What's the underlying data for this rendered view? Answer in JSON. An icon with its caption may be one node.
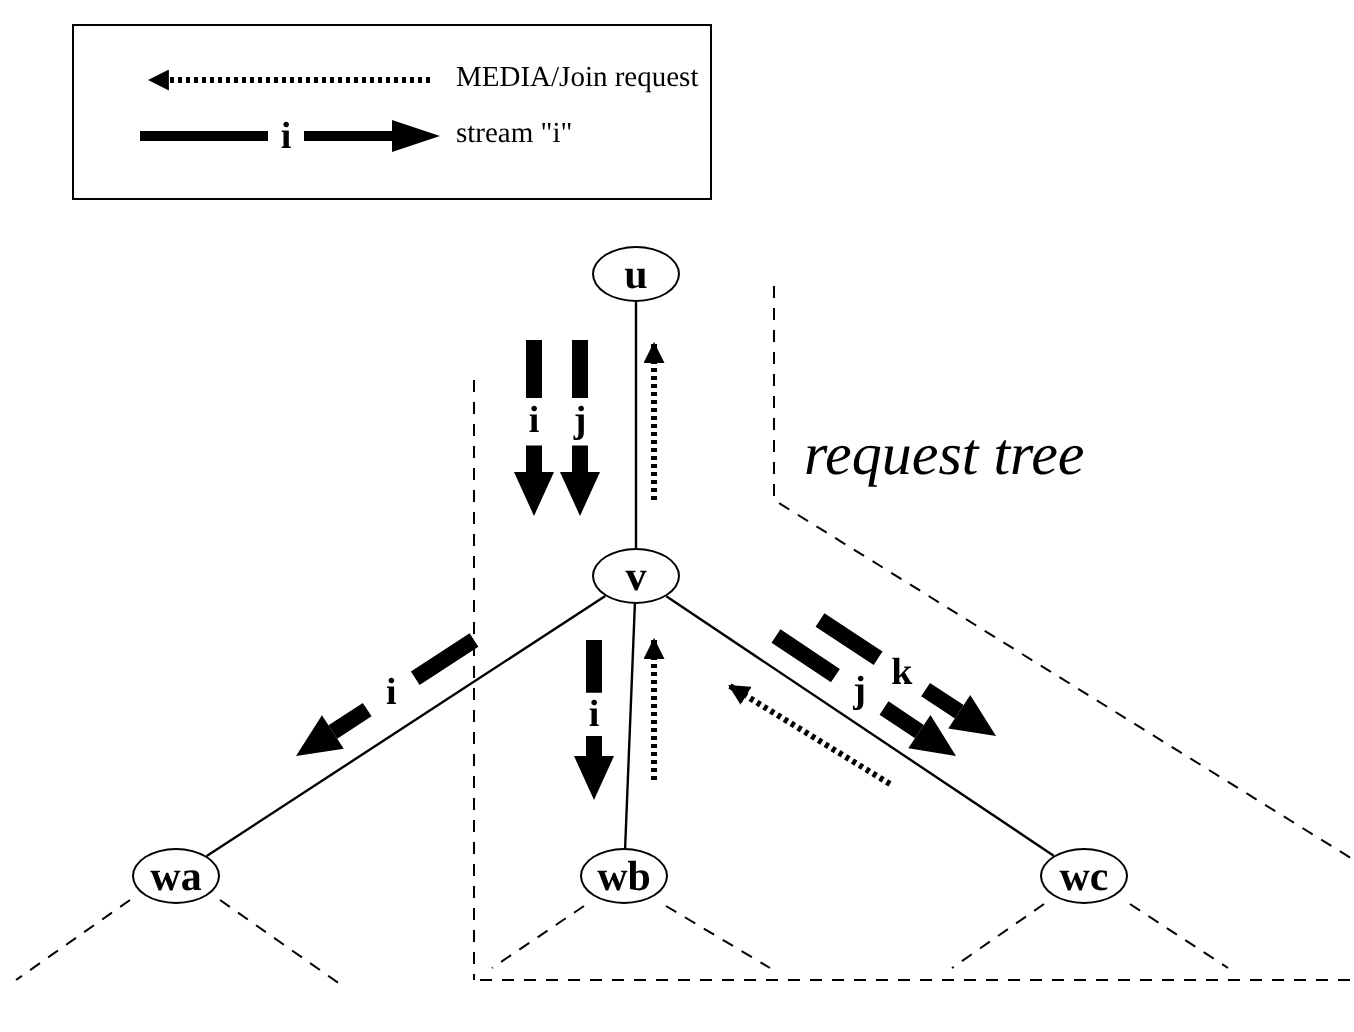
{
  "diagram": {
    "nodes": [
      {
        "text": [
          "u"
        ]
      },
      {
        "text": [
          "v"
        ]
      },
      {
        "text": [
          "wa"
        ]
      },
      {
        "text": [
          "wb"
        ]
      },
      {
        "text": [
          "wc"
        ]
      }
    ],
    "edges": [
      {
        "from": 0,
        "to": 1,
        "arrow": "none"
      },
      {
        "from": 1,
        "to": 2,
        "arrow": "none"
      },
      {
        "from": 1,
        "to": 3,
        "arrow": "none"
      },
      {
        "from": 1,
        "to": 4,
        "arrow": "none"
      }
    ],
    "labels": [
      "i",
      "i",
      "j",
      "i",
      "i",
      "j",
      "k",
      "request tree"
    ],
    "legend": [
      {
        "text": "MEDIA/Join request"
      },
      {
        "text": "stream \"i\""
      }
    ]
  }
}
